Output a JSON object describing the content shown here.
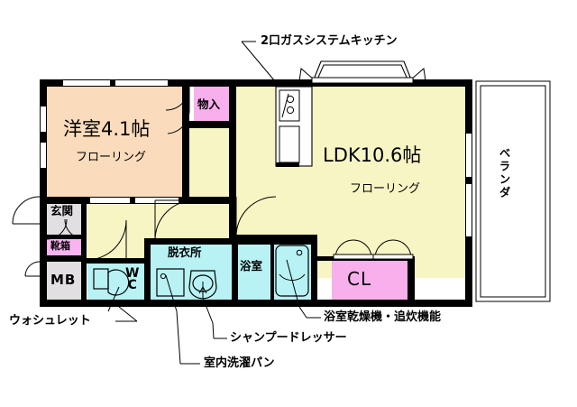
{
  "plan": {
    "title": "Apartment floor plan",
    "rooms": [
      {
        "id": "washitsu",
        "name": "洋室4.1帖",
        "sub": "フローリング",
        "floor_color": "#fadcbc"
      },
      {
        "id": "ldk",
        "name": "LDK10.6帖",
        "sub": "フローリング",
        "floor_color": "#f7f5c4"
      },
      {
        "id": "monoire",
        "name": "物入",
        "sub": "",
        "floor_color": "#f8b0ec"
      },
      {
        "id": "genkan",
        "name": "玄関",
        "sub": "",
        "floor_color": "#e2dfe2"
      },
      {
        "id": "getabako",
        "name": "靴箱",
        "sub": "",
        "floor_color": "#f9b3f0"
      },
      {
        "id": "mb",
        "name": "MB",
        "sub": "",
        "floor_color": "#e2dfe2"
      },
      {
        "id": "wc",
        "name": "WC",
        "sub": "",
        "floor_color": "#b8f2f4"
      },
      {
        "id": "datsuijo",
        "name": "脱衣所",
        "sub": "",
        "floor_color": "#b8f2f4"
      },
      {
        "id": "yokushitsu",
        "name": "浴室",
        "sub": "",
        "floor_color": "#b8f2f4"
      },
      {
        "id": "closet",
        "name": "CL",
        "sub": "",
        "floor_color": "#f8b0ec"
      },
      {
        "id": "veranda",
        "name": "ベランダ",
        "sub": "",
        "floor_color": "#ffffff"
      }
    ],
    "annotations": [
      {
        "id": "kitchen",
        "text": "2口ガスシステムキッチン"
      },
      {
        "id": "washlet",
        "text": "ウォシュレット"
      },
      {
        "id": "laundry",
        "text": "室内洗濯パン"
      },
      {
        "id": "dresser",
        "text": "シャンプードレッサー"
      },
      {
        "id": "bath",
        "text": "浴室乾燥機・追炊機能"
      }
    ],
    "colors": {
      "wall": "#000000",
      "ldk_floor": "#f7f5c4",
      "wood_floor": "#fadcbc",
      "closet_pink": "#f8b0ec",
      "water_area": "#b8f2f4",
      "utility_gray": "#e2dfe2",
      "background": "#ffffff"
    }
  }
}
